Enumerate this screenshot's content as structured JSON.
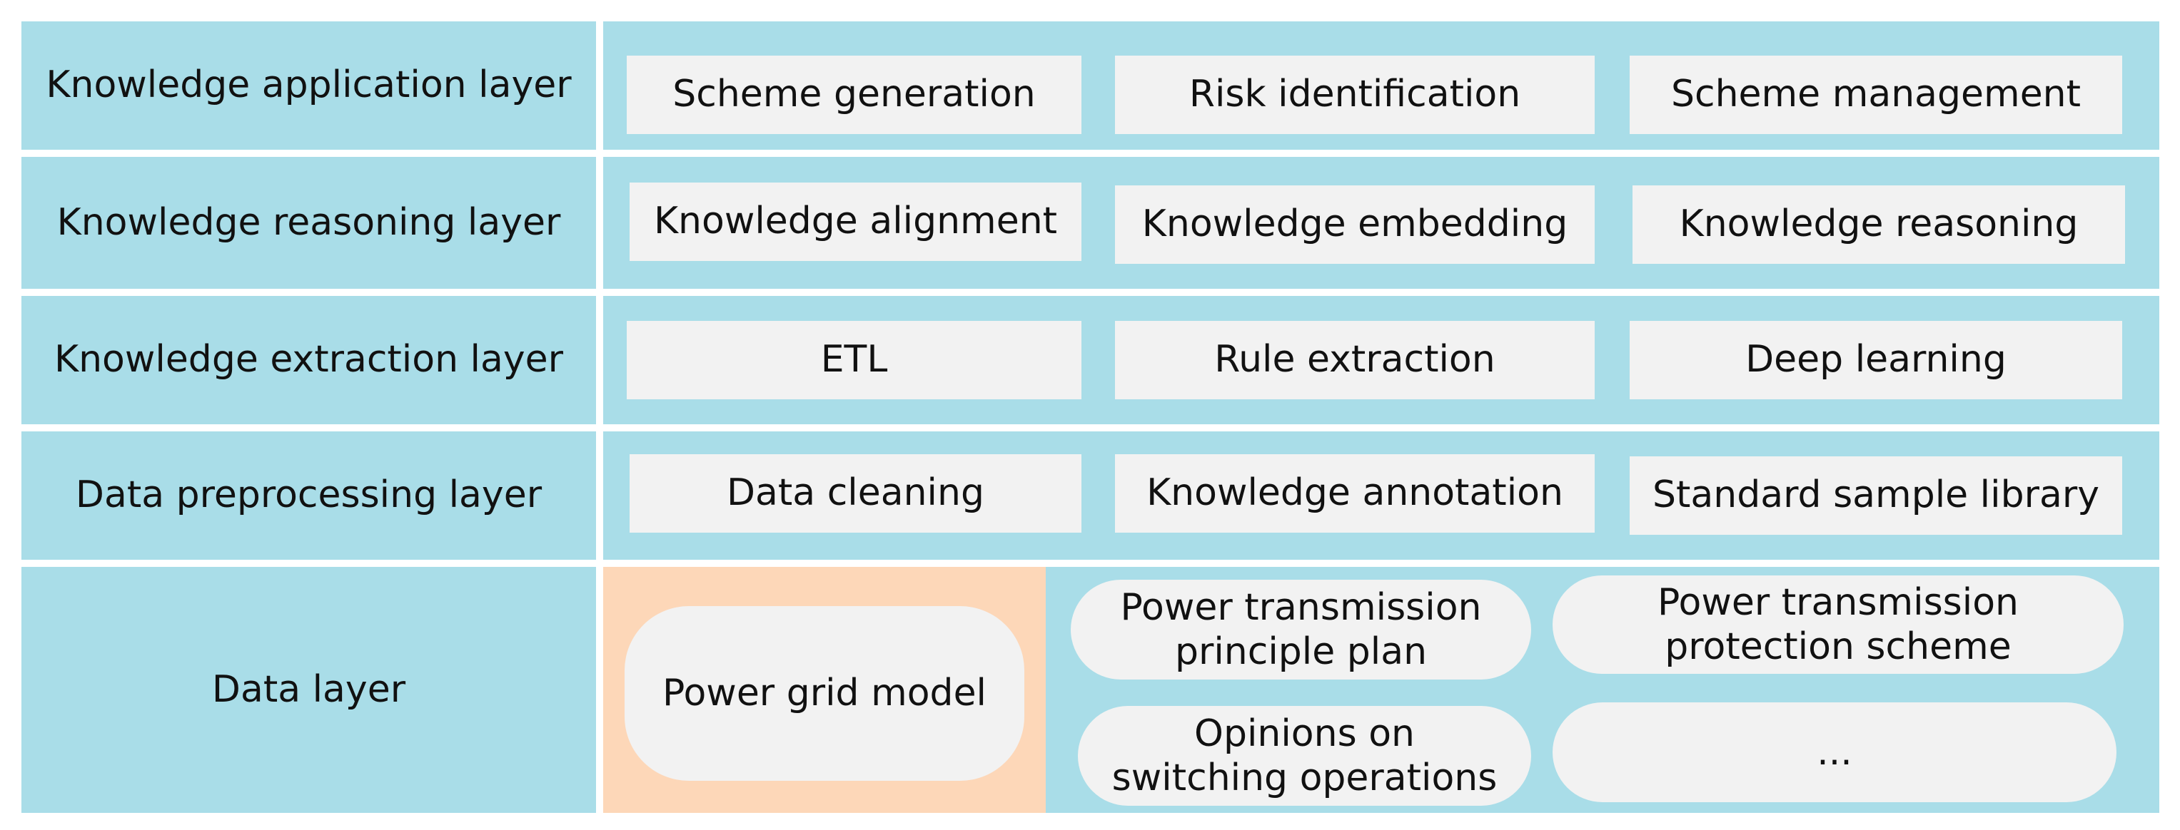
{
  "layers": [
    {
      "name": "Knowledge application layer",
      "items": [
        "Scheme generation",
        "Risk identification",
        "Scheme management"
      ]
    },
    {
      "name": "Knowledge reasoning layer",
      "items": [
        "Knowledge alignment",
        "Knowledge embedding",
        "Knowledge reasoning"
      ]
    },
    {
      "name": "Knowledge extraction layer",
      "items": [
        "ETL",
        "Rule extraction",
        "Deep learning"
      ]
    },
    {
      "name": "Data preprocessing layer",
      "items": [
        "Data cleaning",
        "Knowledge annotation",
        "Standard sample library"
      ]
    }
  ],
  "data_layer": {
    "name": "Data layer",
    "power_grid_model": "Power grid model",
    "sources": [
      "Power transmission\nprinciple plan",
      "Power transmission\nprotection scheme",
      "Opinions on\nswitching operations",
      "..."
    ]
  },
  "colors": {
    "cell": "#a9dde8",
    "box": "#f2f2f2",
    "highlight": "#fdd7b8"
  }
}
